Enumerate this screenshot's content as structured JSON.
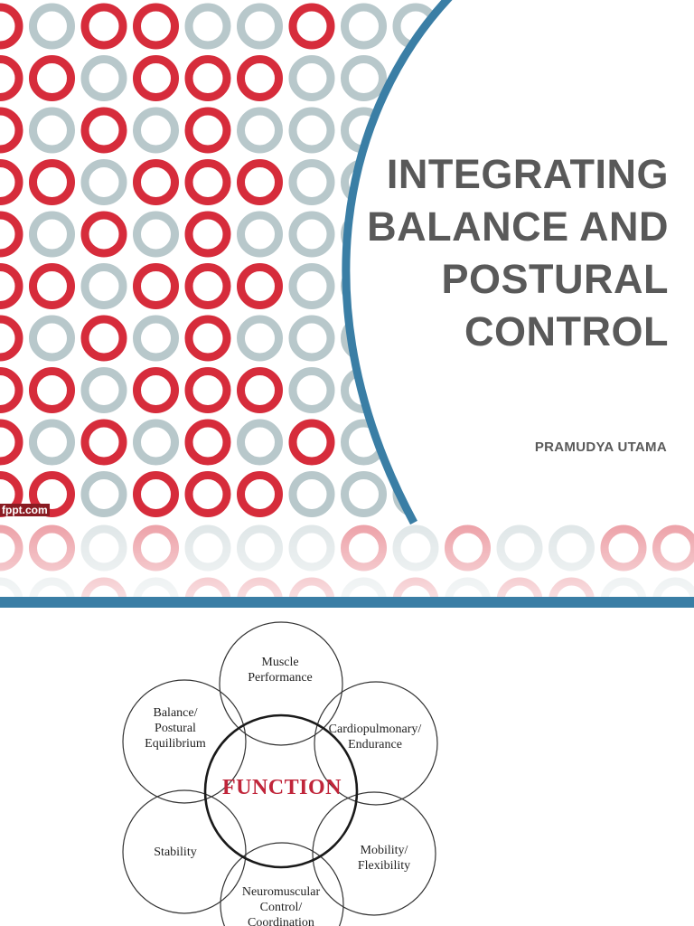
{
  "slide1": {
    "title_lines": [
      "INTEGRATING",
      "BALANCE AND",
      "POSTURAL",
      "CONTROL"
    ],
    "author": "PRAMUDYA UTAMA",
    "watermark": "fppt.com",
    "colors": {
      "ring_red": "#d62c3b",
      "ring_gray": "#b8c8cb",
      "arc_blue": "#3a7ea5",
      "title_gray": "#595959"
    }
  },
  "slide2": {
    "center_label": "FUNCTION",
    "circles": [
      {
        "lines": [
          "Muscle",
          "Performance"
        ]
      },
      {
        "lines": [
          "Balance/",
          "Postural",
          "Equilibrium"
        ]
      },
      {
        "lines": [
          "Cardiopulmonary/",
          "Endurance"
        ]
      },
      {
        "lines": [
          "Stability"
        ]
      },
      {
        "lines": [
          "Mobility/",
          "Flexibility"
        ]
      },
      {
        "lines": [
          "Neuromuscular",
          "Control/",
          "Coordination"
        ]
      }
    ]
  }
}
